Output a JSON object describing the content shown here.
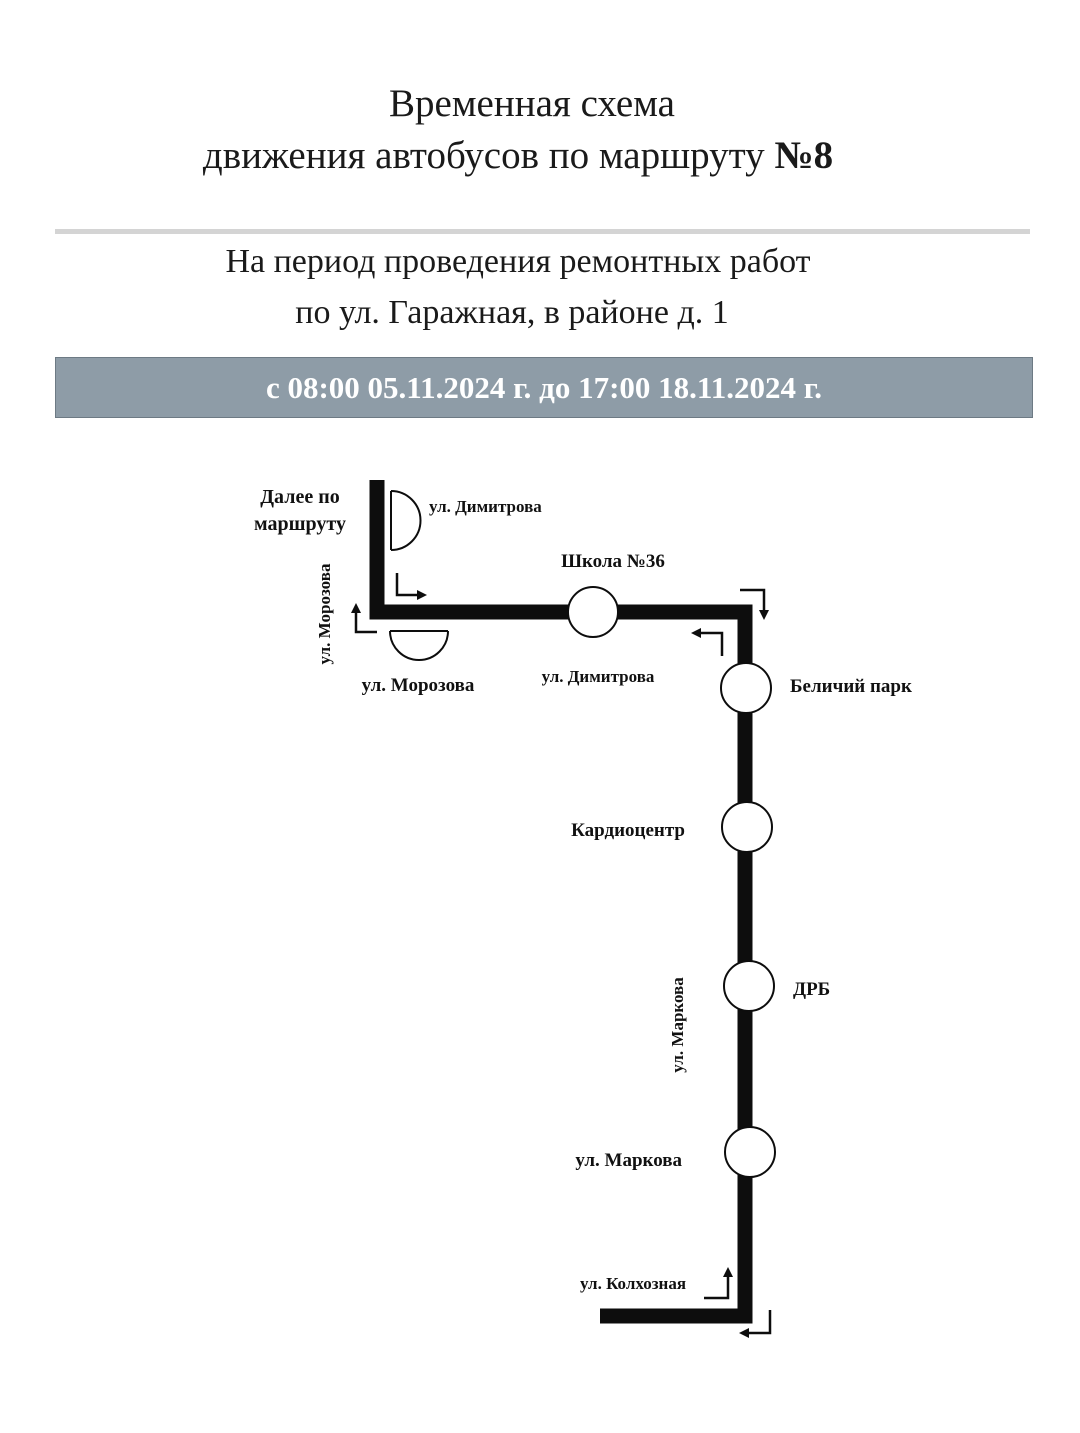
{
  "header": {
    "title_line1": "Временная схема",
    "title_line2_text": "движения автобусов по маршруту ",
    "title_line2_number": "№8",
    "subtitle_line1": "На период проведения ремонтных работ",
    "subtitle_line2": "по ул. Гаражная, в районе д. 1",
    "period": "с 08:00 05.11.2024 г. до 17:00 18.11.2024 г."
  },
  "diagram": {
    "continue_label_line1": "Далее по",
    "continue_label_line2": "маршруту",
    "street_morozova_vertical": "ул. Морозова",
    "street_dimitrova_top": "ул. Димитрова",
    "stop_shkola": "Школа №36",
    "street_dimitrova_bottom": "ул. Димитрова",
    "stop_morozova": "ул. Морозова",
    "stop_belichiy_park": "Беличий парк",
    "stop_kardiocentr": "Кардиоцентр",
    "stop_drb": "ДРБ",
    "street_markova_vertical": "ул. Маркова",
    "stop_markova": "ул. Маркова",
    "street_kolkhoznaya": "ул. Колхозная"
  }
}
